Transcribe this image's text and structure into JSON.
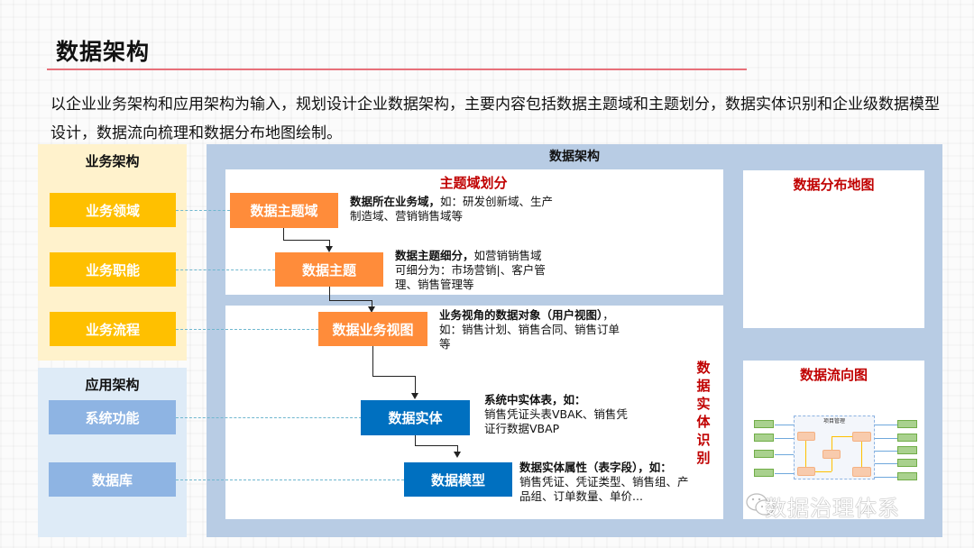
{
  "page": {
    "title": "数据架构",
    "intro": "以企业业务架构和应用架构为输入，规划设计企业数据架构，主要内容包括数据主题域和主题划分，数据实体识别和企业级数据模型设计，数据流向梳理和数据分布地图绘制。"
  },
  "business_architecture": {
    "title": "业务架构",
    "items": [
      {
        "label": "业务领域"
      },
      {
        "label": "业务职能"
      },
      {
        "label": "业务流程"
      }
    ]
  },
  "application_architecture": {
    "title": "应用架构",
    "items": [
      {
        "label": "系统功能"
      },
      {
        "label": "数据库"
      }
    ]
  },
  "data_architecture": {
    "title": "数据架构",
    "subject_area": {
      "title": "主题域划分",
      "steps": [
        {
          "label": "数据主题域",
          "desc_bold": "数据所在业务域，",
          "desc": "如：研发创新域、生产制造域、营销销售域等"
        },
        {
          "label": "数据主题",
          "desc_bold": "数据主题细分，",
          "desc": "如营销销售域可细分为：市场营销|、客户管理、销售管理等"
        }
      ]
    },
    "entity_identification": {
      "title_vertical": [
        "数",
        "据",
        "实",
        "体",
        "识",
        "别"
      ],
      "steps": [
        {
          "label": "数据业务视图",
          "desc_bold": "业务视角的数据对象（用户视图）",
          "desc": "，如：销售计划、销售合同、销售订单等"
        },
        {
          "label": "数据实体",
          "desc_bold": "系统中实体表，如：",
          "desc": "销售凭证头表VBAK、销售凭证行数据VBAP"
        },
        {
          "label": "数据模型",
          "desc_bold": "数据实体属性（表字段），如：",
          "desc": "销售凭证、凭证类型、销售组、产品组、订单数量、单价..."
        }
      ]
    },
    "distribution_map": {
      "title": "数据分布地图"
    },
    "flow_diagram": {
      "title": "数据流向图",
      "center_label": "项目管理"
    }
  },
  "watermark": {
    "text": "数据治理体系",
    "icon": "wechat-icon"
  },
  "colors": {
    "title_rule": "#e8707a",
    "business_panel_bg": "#fff2cc",
    "business_box": "#ffc000",
    "application_panel_bg": "#deebf7",
    "application_box": "#8eb4e3",
    "main_frame": "#b8cce4",
    "orange_step": "#ff8c3a",
    "blue_step": "#0070c0",
    "red_heading": "#c00000",
    "connector_dash": "#6fb7cf"
  }
}
